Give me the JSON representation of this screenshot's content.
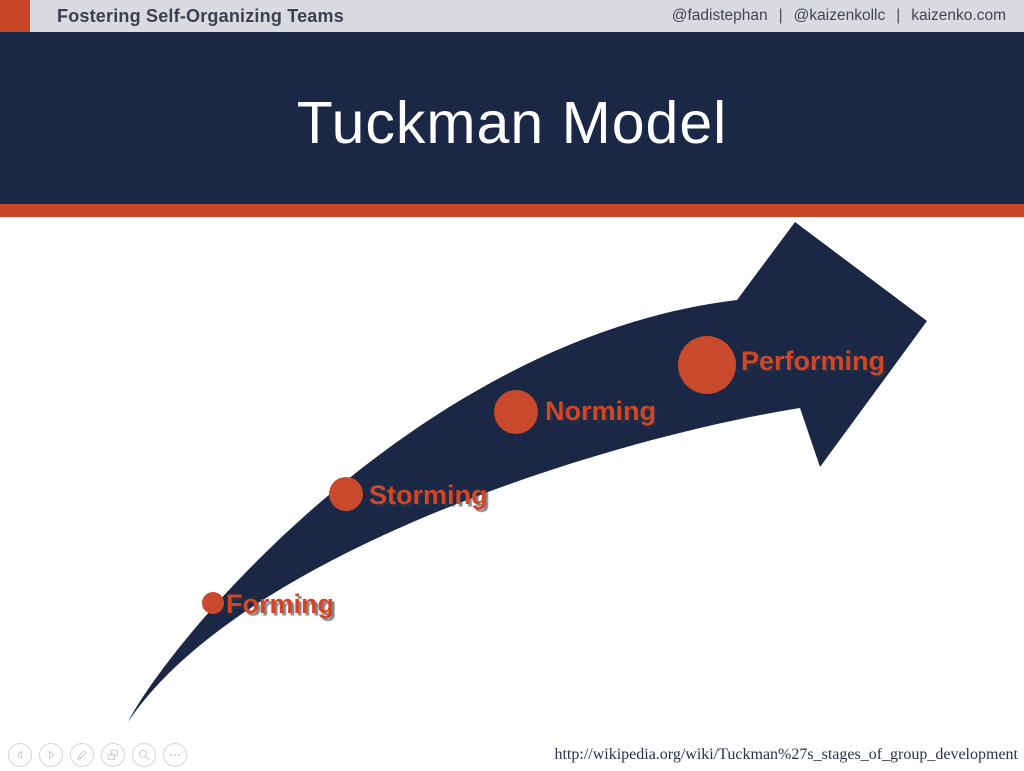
{
  "header": {
    "accent_square_color": "#cb4627",
    "title": "Fostering Self-Organizing Teams",
    "handles": [
      "@fadistephan",
      "@kaizenkollc",
      "kaizenko.com"
    ],
    "separator": "|"
  },
  "slide": {
    "title": "Tuckman Model",
    "navy_color": "#1a2846",
    "orange_color": "#cb4627",
    "stage_text_color": "#d14726"
  },
  "diagram": {
    "type": "staged-growth-arrow",
    "description_order": "bottom-left to top-right",
    "stages": [
      {
        "label": "Forming"
      },
      {
        "label": "Storming"
      },
      {
        "label": "Norming"
      },
      {
        "label": "Performing"
      }
    ]
  },
  "toolbar": {
    "buttons": [
      "previous-slide",
      "next-slide",
      "pen",
      "all-slides",
      "zoom",
      "more-options"
    ]
  },
  "footer": {
    "url": "http://wikipedia.org/wiki/Tuckman%27s_stages_of_group_development"
  }
}
